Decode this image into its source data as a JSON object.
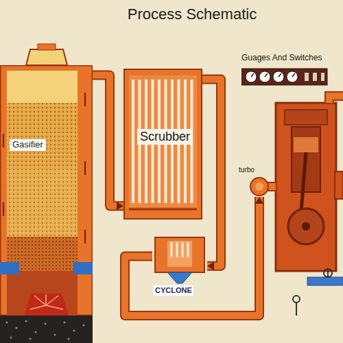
{
  "diagram": {
    "title": "Process Schematic",
    "nodes": [
      {
        "text": [
          "Gasifier"
        ]
      },
      {
        "text": [
          "Scrubber"
        ]
      },
      {
        "text": [
          "CYCLONE"
        ]
      },
      {
        "text": [
          "turbo"
        ]
      },
      {
        "text": [
          "Guages And Switches"
        ]
      }
    ],
    "edges": [
      {
        "from": 0,
        "to": 1,
        "arrow": "to"
      },
      {
        "from": 1,
        "to": 2,
        "arrow": "to"
      },
      {
        "from": 2,
        "to": 3,
        "arrow": "to"
      }
    ]
  }
}
